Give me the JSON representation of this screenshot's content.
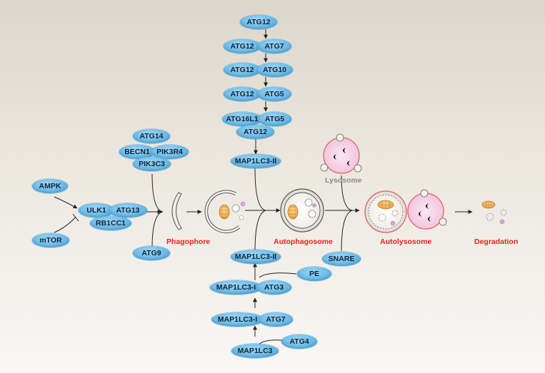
{
  "nodes": {
    "atg12_top": "ATG12",
    "atg12_b": "ATG12",
    "atg7_b": "ATG7",
    "atg12_c": "ATG12",
    "atg10_c": "ATG10",
    "atg12_d": "ATG12",
    "atg5_d": "ATG5",
    "atg16l1": "ATG16L1",
    "atg5_e": "ATG5",
    "atg12_e": "ATG12",
    "map1lc3ii_top": "MAP1LC3-II",
    "atg14": "ATG14",
    "becn1": "BECN1",
    "pik3r4": "PIK3R4",
    "pik3c3": "PIK3C3",
    "ampk": "AMPK",
    "mtor": "mTOR",
    "ulk1": "ULK1",
    "atg13": "ATG13",
    "rb1cc1": "RB1CC1",
    "atg9": "ATG9",
    "snare": "SNARE",
    "map1lc3ii_bottom": "MAP1LC3-II",
    "pe": "PE",
    "map1lc3i_a": "MAP1LC3-I",
    "atg3": "ATG3",
    "map1lc3i_b": "MAP1LC3-I",
    "atg7_bottom": "ATG7",
    "atg4": "ATG4",
    "map1lc3": "MAP1LC3"
  },
  "stages": {
    "phagophore": "Phagophore",
    "autophagosome": "Autophagosome",
    "lysosome": "Lysosome",
    "autolysosome": "Autolysosome",
    "degradation": "Degradation"
  },
  "colors": {
    "stage_label": "#e8231c",
    "lysosome_label": "#8a8a8a",
    "protein_fill": "#6cbbe6",
    "lysosome_membrane": "#e0606a",
    "lysosome_interior": "#f4cde4"
  }
}
